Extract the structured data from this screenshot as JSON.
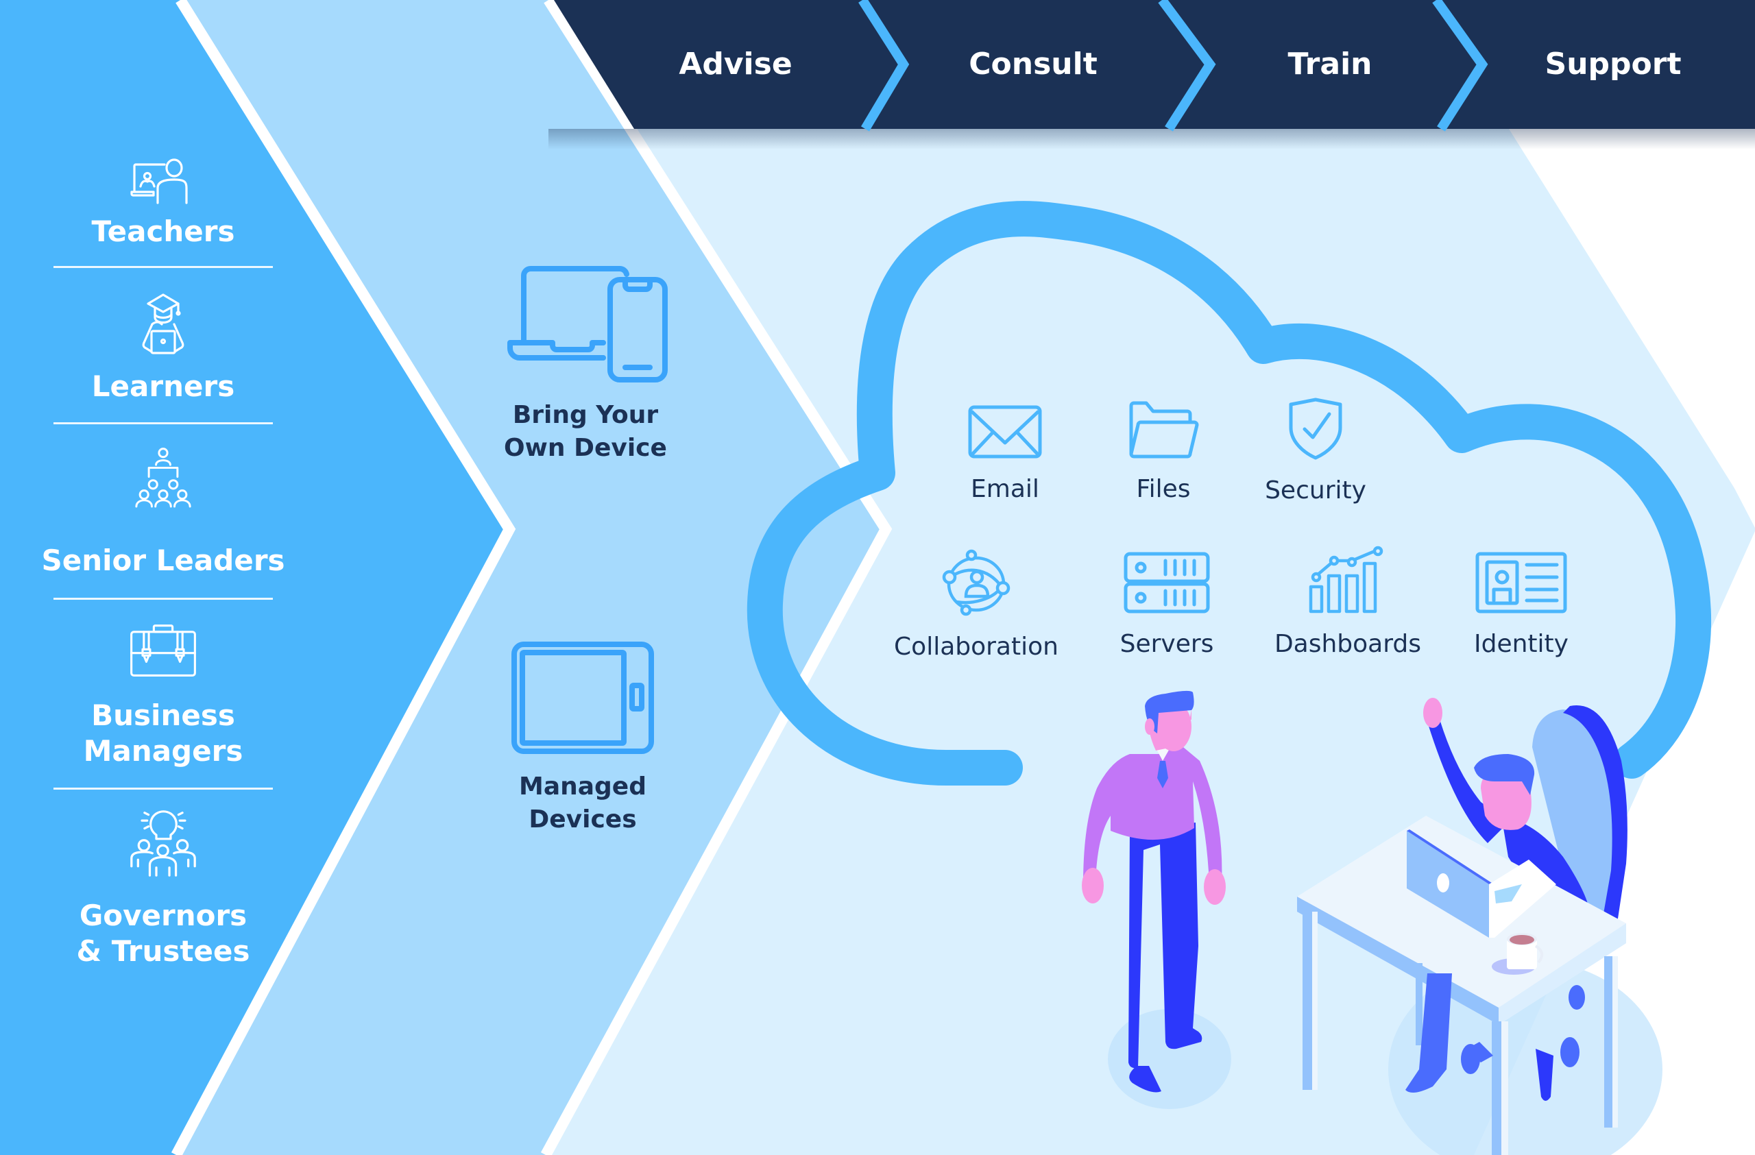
{
  "header": {
    "stages": [
      {
        "label": "Advise"
      },
      {
        "label": "Consult"
      },
      {
        "label": "Train"
      },
      {
        "label": "Support"
      }
    ]
  },
  "audiences": [
    {
      "label": "Teachers",
      "icon": "teacher-screen-icon"
    },
    {
      "label": "Learners",
      "icon": "graduate-laptop-icon"
    },
    {
      "label": "Senior Leaders",
      "icon": "hierarchy-people-icon"
    },
    {
      "label_line1": "Business",
      "label_line2": "Managers",
      "icon": "briefcase-icon"
    },
    {
      "label_line1": "Governors",
      "label_line2": "& Trustees",
      "icon": "lightbulb-group-icon"
    }
  ],
  "devices": [
    {
      "label_line1": "Bring Your",
      "label_line2": "Own Device",
      "icon": "laptop-phone-icon"
    },
    {
      "label_line1": "Managed",
      "label_line2": "Devices",
      "icon": "tablet-icon"
    }
  ],
  "cloud_services": {
    "row1": [
      {
        "label": "Email",
        "icon": "envelope-icon"
      },
      {
        "label": "Files",
        "icon": "folder-icon"
      },
      {
        "label": "Security",
        "icon": "shield-check-icon"
      }
    ],
    "row2": [
      {
        "label": "Collaboration",
        "icon": "network-user-icon"
      },
      {
        "label": "Servers",
        "icon": "server-rack-icon"
      },
      {
        "label": "Dashboards",
        "icon": "bar-chart-icon"
      },
      {
        "label": "Identity",
        "icon": "id-card-icon"
      }
    ]
  },
  "colors": {
    "navy": "#1b3155",
    "primary_blue": "#4bb6fc",
    "mid_blue": "#a6dafd",
    "pale_blue": "#daf0fe",
    "icon_blue": "#3aa3fa",
    "text_dark": "#1b3155",
    "white": "#ffffff",
    "figure_purple": "#c276f7",
    "figure_royal": "#2c38fb",
    "figure_pink": "#f797e2"
  }
}
